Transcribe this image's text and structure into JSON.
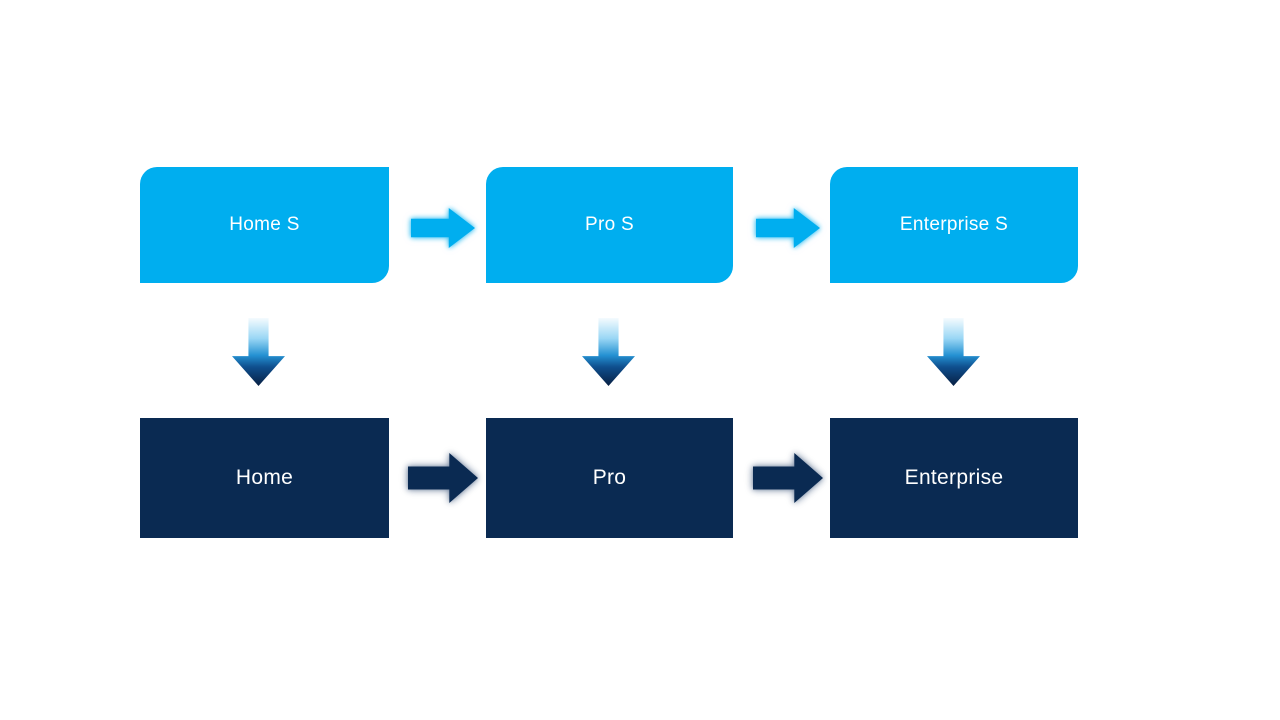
{
  "slide": {
    "background": "#ffffff"
  },
  "diagram": {
    "description": "Two-tier edition upgrade flow diagram",
    "colors": {
      "top_fill": "#00aeef",
      "bottom_fill": "#0a2a52",
      "label_color": "#ffffff",
      "top_arrow_glow": "rgba(0,174,239,0.55)",
      "bottom_arrow_glow": "rgba(45,70,110,0.45)",
      "down_arrow_gradient": [
        "#f5fbfe",
        "#9ad7f5",
        "#2491d2",
        "#0f4f8e",
        "#081f42"
      ]
    },
    "icons": {
      "right_arrow": "block-right-arrow",
      "down_arrow": "block-down-arrow"
    },
    "top_row": {
      "shape": "round-diagonal-corner-rectangle",
      "items": [
        {
          "label": "Home S"
        },
        {
          "label": "Pro S"
        },
        {
          "label": "Enterprise S"
        }
      ]
    },
    "bottom_row": {
      "shape": "rectangle",
      "items": [
        {
          "label": "Home"
        },
        {
          "label": "Pro"
        },
        {
          "label": "Enterprise"
        }
      ]
    }
  }
}
